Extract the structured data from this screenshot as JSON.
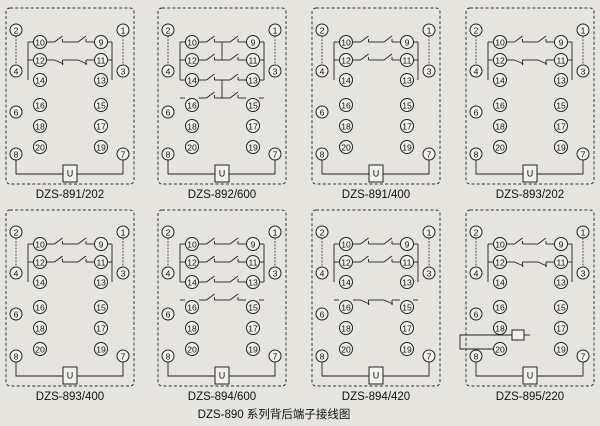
{
  "caption": "DZS-890 系列背后端子接线图",
  "unit_label": "U",
  "panels": [
    {
      "model": "DZS-891/202",
      "terminals": [
        "2",
        "10",
        "12",
        "4",
        "14",
        "6",
        "16",
        "18",
        "20",
        "8",
        "9",
        "1",
        "11",
        "13",
        "3",
        "15",
        "17",
        "19",
        "7"
      ],
      "contacts": [
        {
          "side": "L",
          "r": 1,
          "kind": "NO"
        },
        {
          "side": "L",
          "r": 2,
          "kind": "NC"
        },
        {
          "side": "R",
          "r": 1,
          "kind": "NO"
        },
        {
          "side": "R",
          "r": 2,
          "kind": "NC"
        }
      ],
      "bridges": [],
      "coil": false
    },
    {
      "model": "DZS-892/600",
      "terminals": [
        "2",
        "10",
        "12",
        "4",
        "14",
        "6",
        "16",
        "18",
        "20",
        "8",
        "9",
        "1",
        "11",
        "13",
        "3",
        "15",
        "17",
        "19",
        "7"
      ],
      "contacts": [
        {
          "side": "L",
          "r": 1,
          "kind": "NO"
        },
        {
          "side": "L",
          "r": 2,
          "kind": "NO"
        },
        {
          "side": "L",
          "r": 3,
          "kind": "NO"
        },
        {
          "side": "L",
          "r": 4,
          "kind": "NO"
        },
        {
          "side": "R",
          "r": 1,
          "kind": "NO"
        },
        {
          "side": "R",
          "r": 2,
          "kind": "NO"
        },
        {
          "side": "R",
          "r": 3,
          "kind": "NO"
        },
        {
          "side": "R",
          "r": 4,
          "kind": "NO"
        }
      ],
      "bridges": [
        {
          "r1": 1,
          "r2": 2
        },
        {
          "r1": 3,
          "r2": 4
        }
      ],
      "coil": false
    },
    {
      "model": "DZS-891/400",
      "terminals": [
        "2",
        "10",
        "12",
        "4",
        "14",
        "6",
        "16",
        "18",
        "20",
        "8",
        "9",
        "1",
        "11",
        "13",
        "3",
        "15",
        "17",
        "19",
        "7"
      ],
      "contacts": [
        {
          "side": "L",
          "r": 1,
          "kind": "NO"
        },
        {
          "side": "L",
          "r": 2,
          "kind": "NO"
        },
        {
          "side": "R",
          "r": 1,
          "kind": "NO"
        },
        {
          "side": "R",
          "r": 2,
          "kind": "NO"
        }
      ],
      "bridges": [],
      "coil": false
    },
    {
      "model": "DZS-893/202",
      "terminals": [
        "2",
        "10",
        "12",
        "4",
        "14",
        "6",
        "16",
        "18",
        "20",
        "8",
        "9",
        "1",
        "11",
        "13",
        "3",
        "15",
        "17",
        "19",
        "7"
      ],
      "contacts": [
        {
          "side": "L",
          "r": 1,
          "kind": "NO"
        },
        {
          "side": "L",
          "r": 2,
          "kind": "NC"
        },
        {
          "side": "R",
          "r": 1,
          "kind": "NO"
        },
        {
          "side": "R",
          "r": 2,
          "kind": "NC"
        }
      ],
      "bridges": [],
      "coil": false
    },
    {
      "model": "DZS-893/400",
      "terminals": [
        "2",
        "10",
        "12",
        "4",
        "14",
        "6",
        "16",
        "18",
        "20",
        "8",
        "9",
        "1",
        "11",
        "13",
        "3",
        "15",
        "17",
        "19",
        "7"
      ],
      "contacts": [
        {
          "side": "L",
          "r": 1,
          "kind": "NO"
        },
        {
          "side": "L",
          "r": 2,
          "kind": "NO"
        },
        {
          "side": "R",
          "r": 1,
          "kind": "NO"
        },
        {
          "side": "R",
          "r": 2,
          "kind": "NO"
        }
      ],
      "bridges": [],
      "coil": false
    },
    {
      "model": "DZS-894/600",
      "terminals": [
        "2",
        "10",
        "12",
        "4",
        "14",
        "6",
        "16",
        "18",
        "20",
        "8",
        "9",
        "1",
        "11",
        "13",
        "3",
        "15",
        "17",
        "19",
        "7"
      ],
      "contacts": [
        {
          "side": "L",
          "r": 1,
          "kind": "NO"
        },
        {
          "side": "L",
          "r": 2,
          "kind": "NO"
        },
        {
          "side": "L",
          "r": 3,
          "kind": "NO"
        },
        {
          "side": "L",
          "r": 4,
          "kind": "NO"
        },
        {
          "side": "R",
          "r": 1,
          "kind": "NO"
        },
        {
          "side": "R",
          "r": 2,
          "kind": "NO"
        },
        {
          "side": "R",
          "r": 3,
          "kind": "NO"
        },
        {
          "side": "R",
          "r": 4,
          "kind": "NO"
        }
      ],
      "bridges": [],
      "coil": false
    },
    {
      "model": "DZS-894/420",
      "terminals": [
        "2",
        "10",
        "12",
        "4",
        "14",
        "6",
        "16",
        "18",
        "20",
        "8",
        "9",
        "1",
        "11",
        "13",
        "3",
        "15",
        "17",
        "19",
        "7"
      ],
      "contacts": [
        {
          "side": "L",
          "r": 1,
          "kind": "NO"
        },
        {
          "side": "L",
          "r": 2,
          "kind": "NO"
        },
        {
          "side": "L",
          "r": 4,
          "kind": "NC"
        },
        {
          "side": "R",
          "r": 1,
          "kind": "NO"
        },
        {
          "side": "R",
          "r": 2,
          "kind": "NO"
        },
        {
          "side": "R",
          "r": 4,
          "kind": "NC"
        }
      ],
      "bridges": [],
      "coil": false
    },
    {
      "model": "DZS-895/220",
      "terminals": [
        "2",
        "10",
        "12",
        "4",
        "14",
        "6",
        "16",
        "18",
        "20",
        "8",
        "9",
        "1",
        "11",
        "13",
        "3",
        "15",
        "17",
        "19",
        "7"
      ],
      "contacts": [
        {
          "side": "L",
          "r": 1,
          "kind": "NO"
        },
        {
          "side": "L",
          "r": 2,
          "kind": "NC"
        },
        {
          "side": "R",
          "r": 1,
          "kind": "NO"
        },
        {
          "side": "R",
          "r": 2,
          "kind": "NC"
        }
      ],
      "bridges": [],
      "coil": true
    }
  ]
}
